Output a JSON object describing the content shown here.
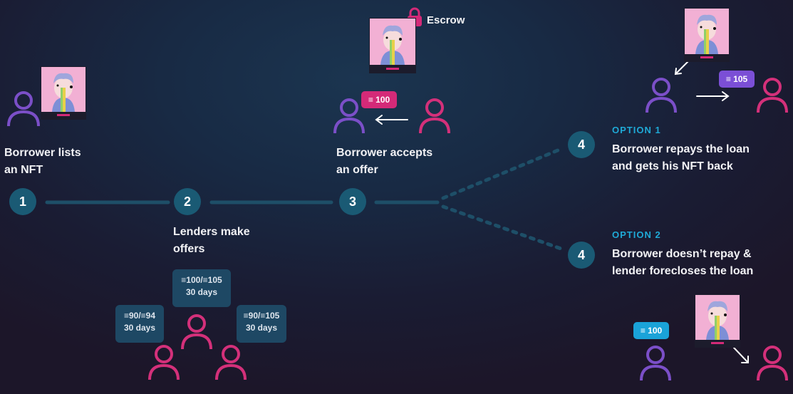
{
  "steps": {
    "s1": {
      "num": "1",
      "caption_l1": "Borrower lists",
      "caption_l2": "an NFT"
    },
    "s2": {
      "num": "2",
      "caption_l1": "Lenders make",
      "caption_l2": "offers"
    },
    "s3": {
      "num": "3",
      "caption_l1": "Borrower accepts",
      "caption_l2": "an offer"
    },
    "s4a": {
      "num": "4",
      "option": "OPTION 1",
      "caption_l1": "Borrower repays the loan",
      "caption_l2": "and gets his NFT back"
    },
    "s4b": {
      "num": "4",
      "option": "OPTION 2",
      "caption_l1": "Borrower doesn’t repay &",
      "caption_l2": "lender forecloses the loan"
    }
  },
  "escrow": {
    "label": "Escrow"
  },
  "offers": [
    {
      "line1": "≡100/≡105",
      "line2": "30 days"
    },
    {
      "line1": "≡90/≡94",
      "line2": "30 days"
    },
    {
      "line1": "≡90/≡105",
      "line2": "30 days"
    }
  ],
  "bubbles": {
    "accepted": "≡ 100",
    "repay": "≡ 105",
    "foreclose": "≡ 100"
  },
  "colors": {
    "step_circle": "#1a5a74",
    "option_label": "#1fa9d6",
    "borrower": "#7b4fc8",
    "lender": "#d4307a",
    "bubble_pink": "#d42a78",
    "bubble_purple": "#7b4fd6",
    "bubble_cyan": "#1aa3d8",
    "nft_bg": "#f2b0d4"
  }
}
